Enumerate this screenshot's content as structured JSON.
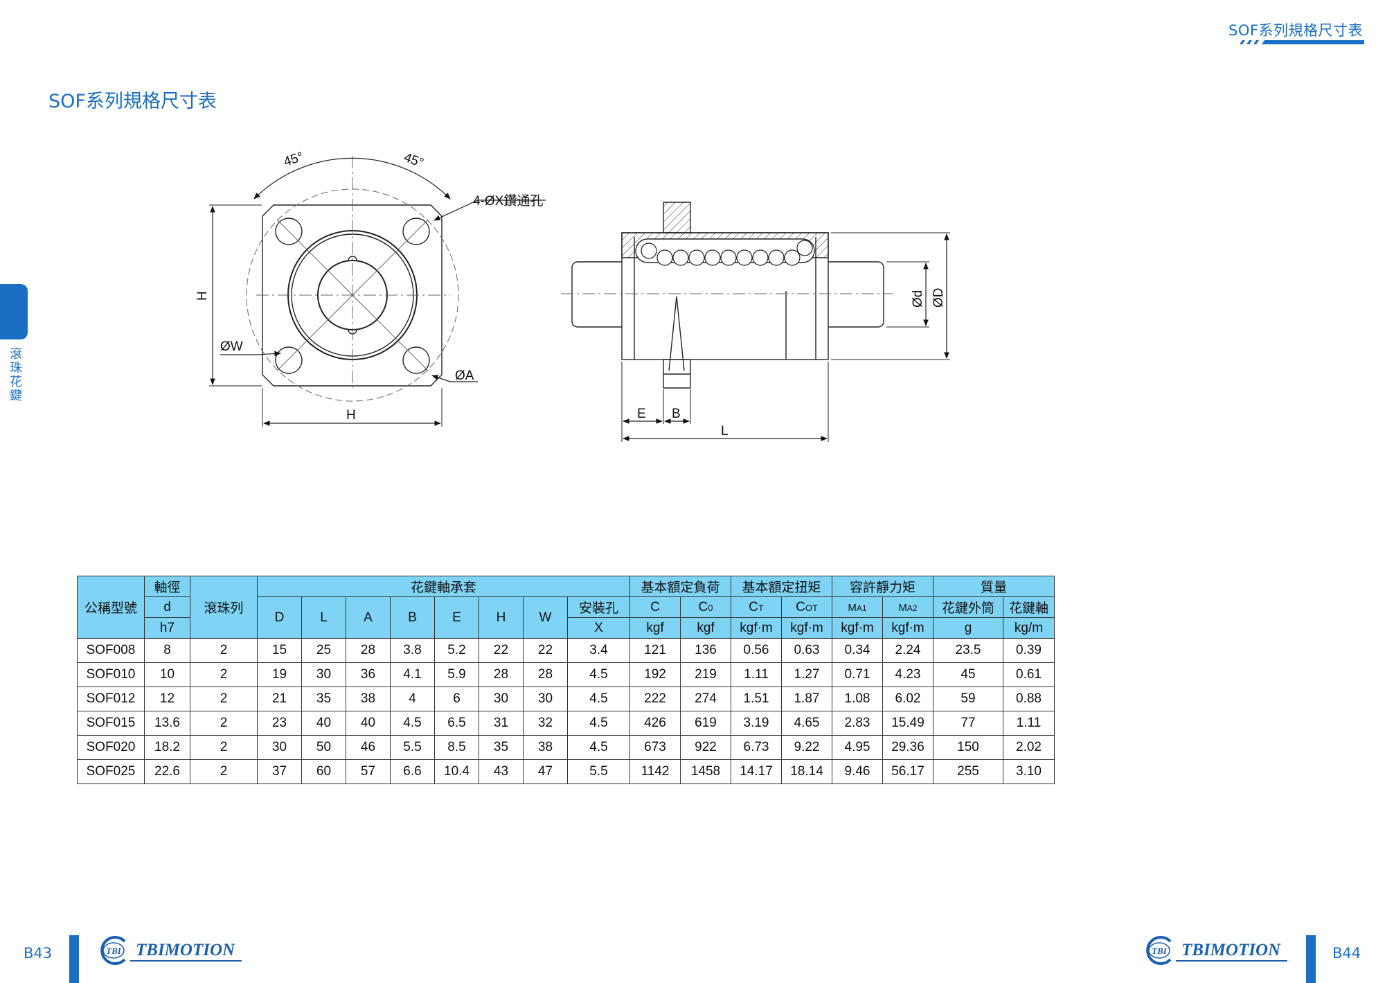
{
  "header": {
    "title": "SOF系列規格尺寸表"
  },
  "page_title": "SOF系列規格尺寸表",
  "side_tab": {
    "label": "滾珠花鍵"
  },
  "drawing": {
    "angle_left": "45°",
    "angle_right": "45°",
    "hole_label": "4-ØX鑽通孔",
    "h_vertical": "H",
    "h_horizontal": "H",
    "w_label": "ØW",
    "a_label": "ØA",
    "d_label": "Ød",
    "D_label": "ØD",
    "e_label": "E",
    "b_label": "B",
    "l_label": "L"
  },
  "table": {
    "h_model": "公稱型號",
    "h_shaft": "軸徑",
    "h_shaft_d": "d",
    "h_shaft_tol": "h7",
    "h_rows": "滾珠列",
    "h_nut": "花鍵軸承套",
    "h_D": "D",
    "h_L": "L",
    "h_A": "A",
    "h_B": "B",
    "h_E": "E",
    "h_H": "H",
    "h_W": "W",
    "h_mount": "安裝孔",
    "h_mount_x": "X",
    "h_load": "基本額定負荷",
    "h_C": "C",
    "h_C_sub": "0",
    "h_torque": "基本額定扭矩",
    "h_CT": "C",
    "h_CT_sub": "T",
    "h_COT": "C",
    "h_COT_sub": "OT",
    "h_moment": "容許靜力矩",
    "h_MA1": "M",
    "h_MA1_sub": "A1",
    "h_MA2": "M",
    "h_MA2_sub": "A2",
    "h_mass": "質量",
    "h_outer": "花鍵外筒",
    "h_shaftmass": "花鍵軸",
    "u_kgf1": "kgf",
    "u_kgf2": "kgf",
    "u_kgfm1": "kgf·m",
    "u_kgfm2": "kgf·m",
    "u_kgfm3": "kgf·m",
    "u_kgfm4": "kgf·m",
    "u_g": "g",
    "u_kgm": "kg/m",
    "rows": [
      [
        "SOF008",
        "8",
        "2",
        "15",
        "25",
        "28",
        "3.8",
        "5.2",
        "22",
        "22",
        "3.4",
        "121",
        "136",
        "0.56",
        "0.63",
        "0.34",
        "2.24",
        "23.5",
        "0.39"
      ],
      [
        "SOF010",
        "10",
        "2",
        "19",
        "30",
        "36",
        "4.1",
        "5.9",
        "28",
        "28",
        "4.5",
        "192",
        "219",
        "1.11",
        "1.27",
        "0.71",
        "4.23",
        "45",
        "0.61"
      ],
      [
        "SOF012",
        "12",
        "2",
        "21",
        "35",
        "38",
        "4",
        "6",
        "30",
        "30",
        "4.5",
        "222",
        "274",
        "1.51",
        "1.87",
        "1.08",
        "6.02",
        "59",
        "0.88"
      ],
      [
        "SOF015",
        "13.6",
        "2",
        "23",
        "40",
        "40",
        "4.5",
        "6.5",
        "31",
        "32",
        "4.5",
        "426",
        "619",
        "3.19",
        "4.65",
        "2.83",
        "15.49",
        "77",
        "1.11"
      ],
      [
        "SOF020",
        "18.2",
        "2",
        "30",
        "50",
        "46",
        "5.5",
        "8.5",
        "35",
        "38",
        "4.5",
        "673",
        "922",
        "6.73",
        "9.22",
        "4.95",
        "29.36",
        "150",
        "2.02"
      ],
      [
        "SOF025",
        "22.6",
        "2",
        "37",
        "60",
        "57",
        "6.6",
        "10.4",
        "43",
        "47",
        "5.5",
        "1142",
        "1458",
        "14.17",
        "18.14",
        "9.46",
        "56.17",
        "255",
        "3.10"
      ]
    ]
  },
  "footer": {
    "left_page": "B43",
    "right_page": "B44",
    "logo_badge": "TBI",
    "logo_text": "TBIMOTION"
  },
  "colors": {
    "accent": "#1a6fc4",
    "table_header": "#7fd3f5"
  }
}
